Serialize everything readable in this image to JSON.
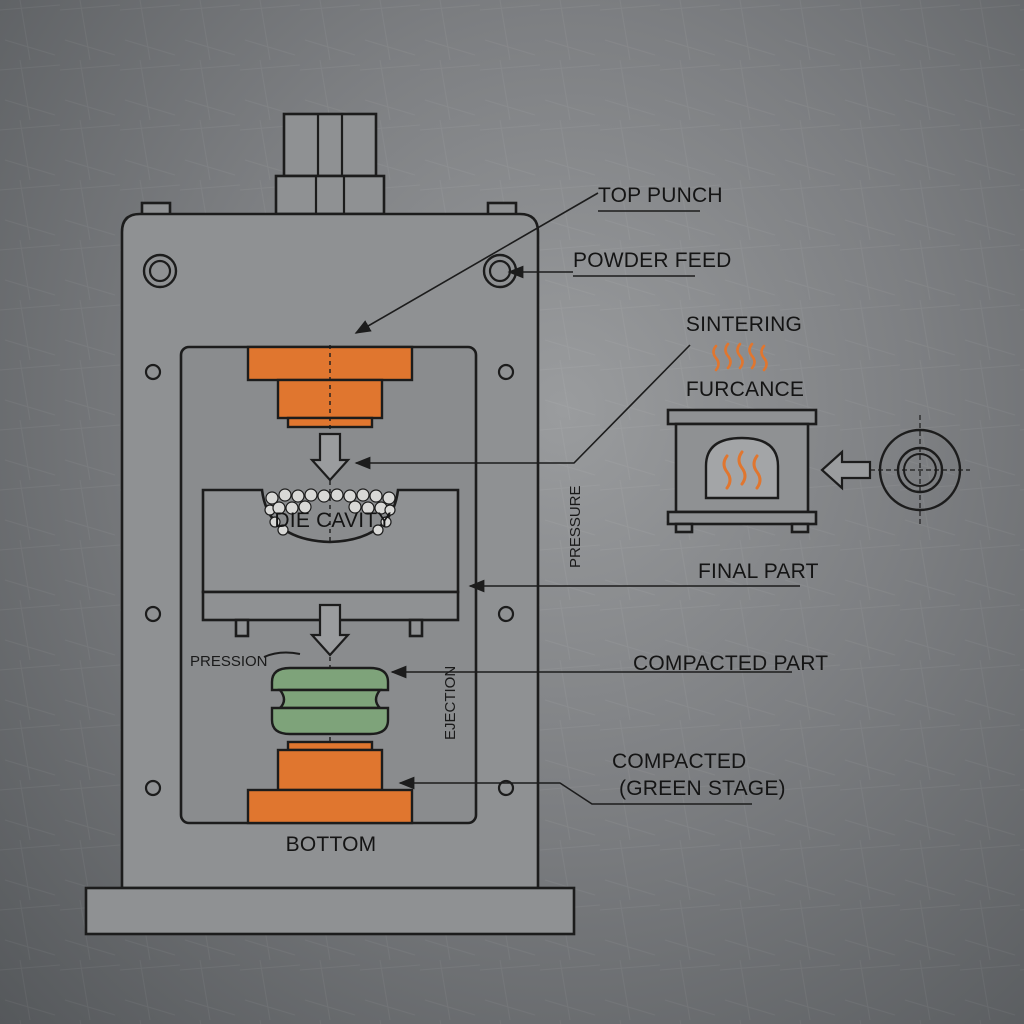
{
  "labels": {
    "top_punch": "TOP PUNCH",
    "powder_feed": "POWDER FEED",
    "sintering": "SINTERING",
    "furnace": "FURCANCE",
    "die_cavity": "DIE CAVITY",
    "pressure": "PRESSURE",
    "final_part": "FINAL PART",
    "pression": "PRESSION",
    "compacted_part": "COMPACTED PART",
    "ejection": "EJECTION",
    "compacted_green_1": "COMPACTED",
    "compacted_green_2": "(GREEN STAGE)",
    "bottom": "BOTTOM"
  },
  "colors": {
    "punch": "#e0762f",
    "compacted_part": "#7ea37a",
    "heat_waves": "#e0762f",
    "ink": "#1c1c1c",
    "metal_plate": "#8f9193"
  }
}
